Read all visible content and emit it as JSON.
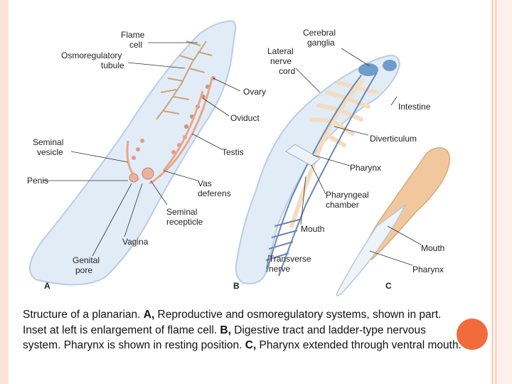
{
  "figure": {
    "labels": {
      "flame_cell": [
        "Flame",
        "cell"
      ],
      "osmoregulatory_tubule": [
        "Osmoregulatory",
        "tubule"
      ],
      "ovary": "Ovary",
      "oviduct": "Oviduct",
      "seminal_vesicle": [
        "Seminal",
        "vesicle"
      ],
      "testis": "Testis",
      "penis": "Penis",
      "vas_deferens": [
        "Vas",
        "deferens"
      ],
      "seminal_recepticle": [
        "Seminal",
        "recepticle"
      ],
      "vagina": "Vagina",
      "genital_pore": [
        "Genital",
        "pore"
      ],
      "cerebral_ganglia": [
        "Cerebral",
        "ganglia"
      ],
      "lateral_nerve_cord": [
        "Lateral",
        "nerve",
        "cord"
      ],
      "intestine": "Intestine",
      "diverticulum": "Diverticulum",
      "pharynx_b": "Pharynx",
      "pharyngeal_chamber": [
        "Pharyngeal",
        "chamber"
      ],
      "mouth_b": "Mouth",
      "transverse_nerve": [
        "Transverse",
        "nerve"
      ],
      "mouth_c": "Mouth",
      "pharynx_c": "Pharynx"
    },
    "panels": {
      "a": "A",
      "b": "B",
      "c": "C"
    }
  },
  "caption": {
    "a_letter": "A,",
    "part1": " Reproductive and osmoregulatory systems, shown in part. Inset at left is enlargement of flame cell. ",
    "b_letter": "B,",
    "part2": " Digestive tract and ladder-type nervous system. Pharynx is shown in resting position. ",
    "c_letter": "C,",
    "part3": " Pharynx extended through ventral mouth.",
    "intro": "Structure of a planarian. "
  },
  "colors": {
    "body_fill": "#dfeaf6",
    "body_stroke": "#b9cde4",
    "ovary": "#c97f6a",
    "reproductive": "#e6a88f",
    "intestine": "#f4dcc0",
    "nerve": "#6b86b4",
    "ganglia": "#6f9cc9",
    "pharynx_c": "#f1c89d",
    "accent_dot": "#f26b3a"
  }
}
